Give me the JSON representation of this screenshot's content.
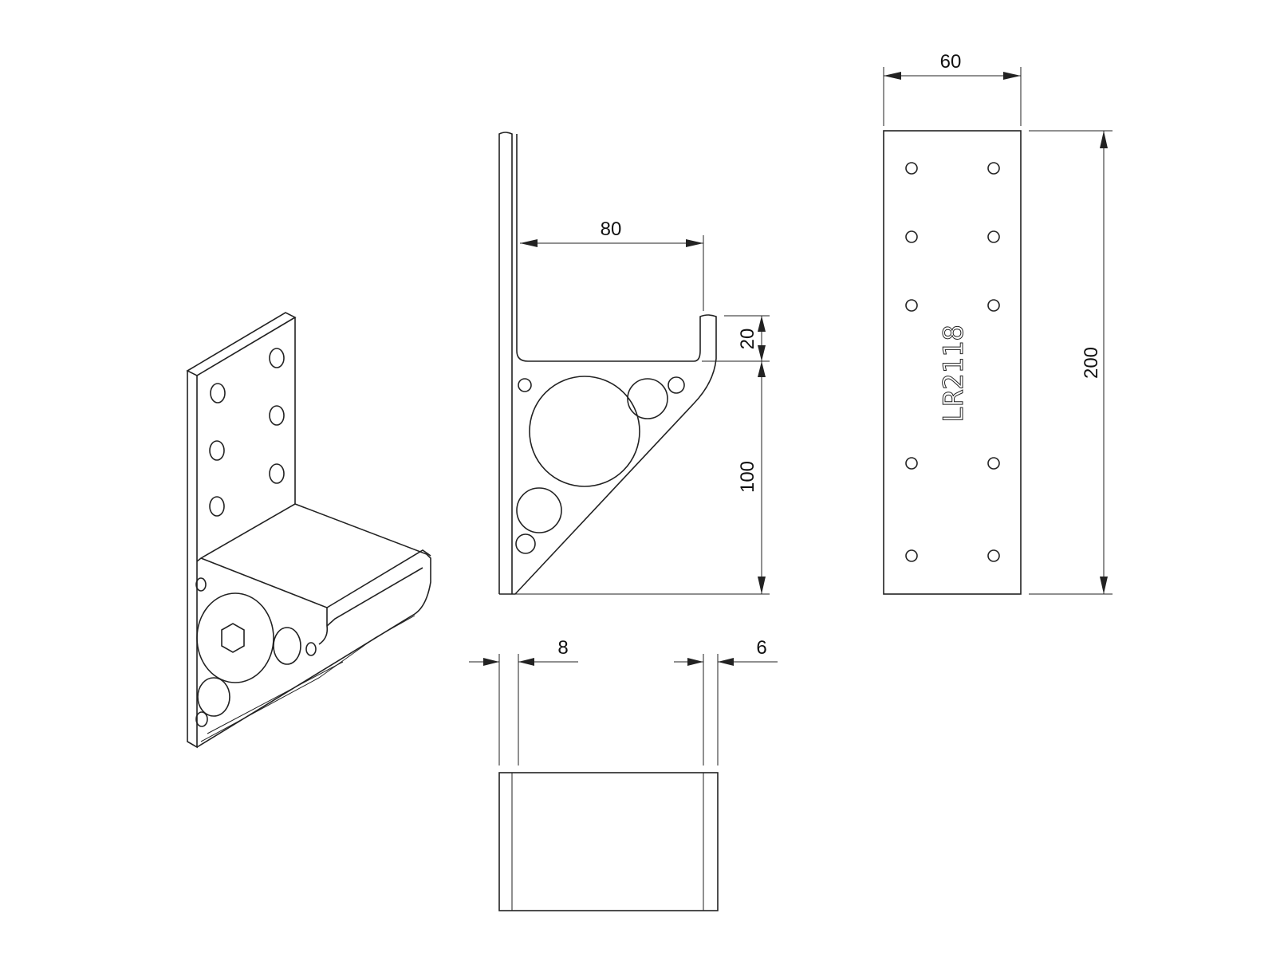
{
  "drawing": {
    "part_marking": "LR2118",
    "dimensions": {
      "width_top": "60",
      "height_total": "200",
      "channel_width": "80",
      "lip_height": "20",
      "gusset_height": "100",
      "plate_thickness_left": "8",
      "plate_thickness_right": "6"
    }
  }
}
